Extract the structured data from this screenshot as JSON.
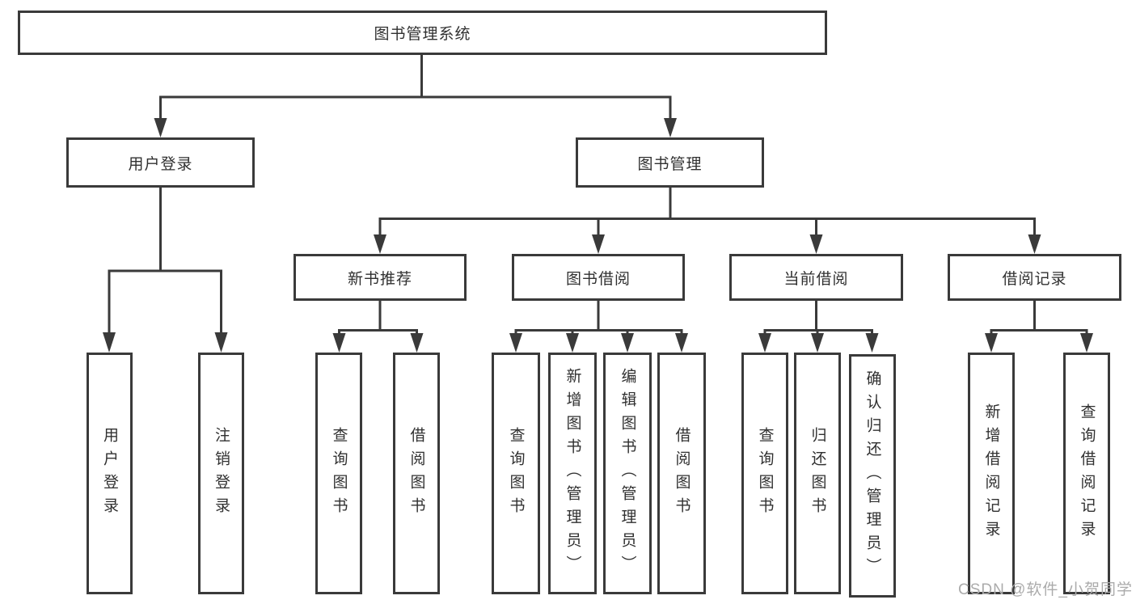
{
  "diagram": {
    "root": "图书管理系统",
    "level1": {
      "user_login": "用户登录",
      "book_mgmt": "图书管理"
    },
    "level2": {
      "new_book_rec": "新书推荐",
      "book_borrow": "图书借阅",
      "current_borrow": "当前借阅",
      "borrow_record": "借阅记录"
    },
    "leaves": {
      "user_login": "用户登录",
      "logout": "注销登录",
      "rec_query_book": "查询图书",
      "rec_borrow_book": "借阅图书",
      "bor_query_book": "查询图书",
      "bor_add_book": "新增图书（管理员）",
      "bor_edit_book": "编辑图书（管理员）",
      "bor_borrow_book": "借阅图书",
      "cur_query_book": "查询图书",
      "cur_return_book": "归还图书",
      "cur_confirm_return": "确认归还（管理员）",
      "record_add": "新增借阅记录",
      "record_query": "查询借阅记录"
    }
  },
  "watermark": "CSDN @软件_小贺同学",
  "colors": {
    "line": "#3a3a3a",
    "text": "#303030",
    "background": "#ffffff",
    "watermark": "#ababab"
  }
}
